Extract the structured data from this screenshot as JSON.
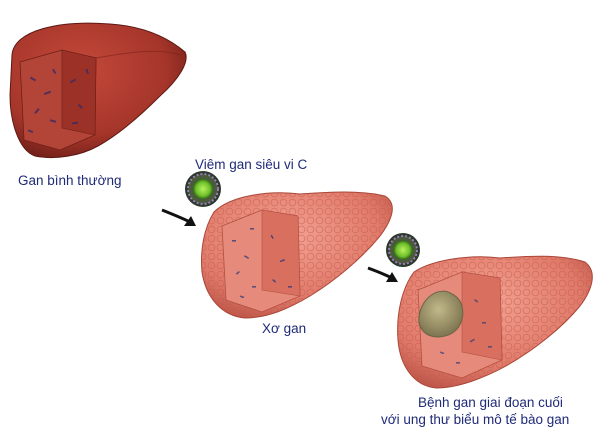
{
  "labels": {
    "normal_liver": "Gan bình thường",
    "hepatitis_c": "Viêm gan siêu vi C",
    "cirrhosis": "Xơ gan",
    "end_stage_line1": "Bệnh gan giai đoạn cuối",
    "end_stage_line2": "với ung thư biểu mô tế bào gan"
  },
  "colors": {
    "label_text": "#1f2a78",
    "normal_liver": "#a5352a",
    "cirrhotic_liver": "#e07a6a",
    "virus_core": "#7fcf3a",
    "virus_shell": "#2b3a2a",
    "tumor": "#9c9468",
    "arrow": "#111111"
  },
  "icons": [
    "liver-normal",
    "liver-cirrhotic",
    "liver-tumor",
    "virus-icon",
    "arrow-icon"
  ]
}
